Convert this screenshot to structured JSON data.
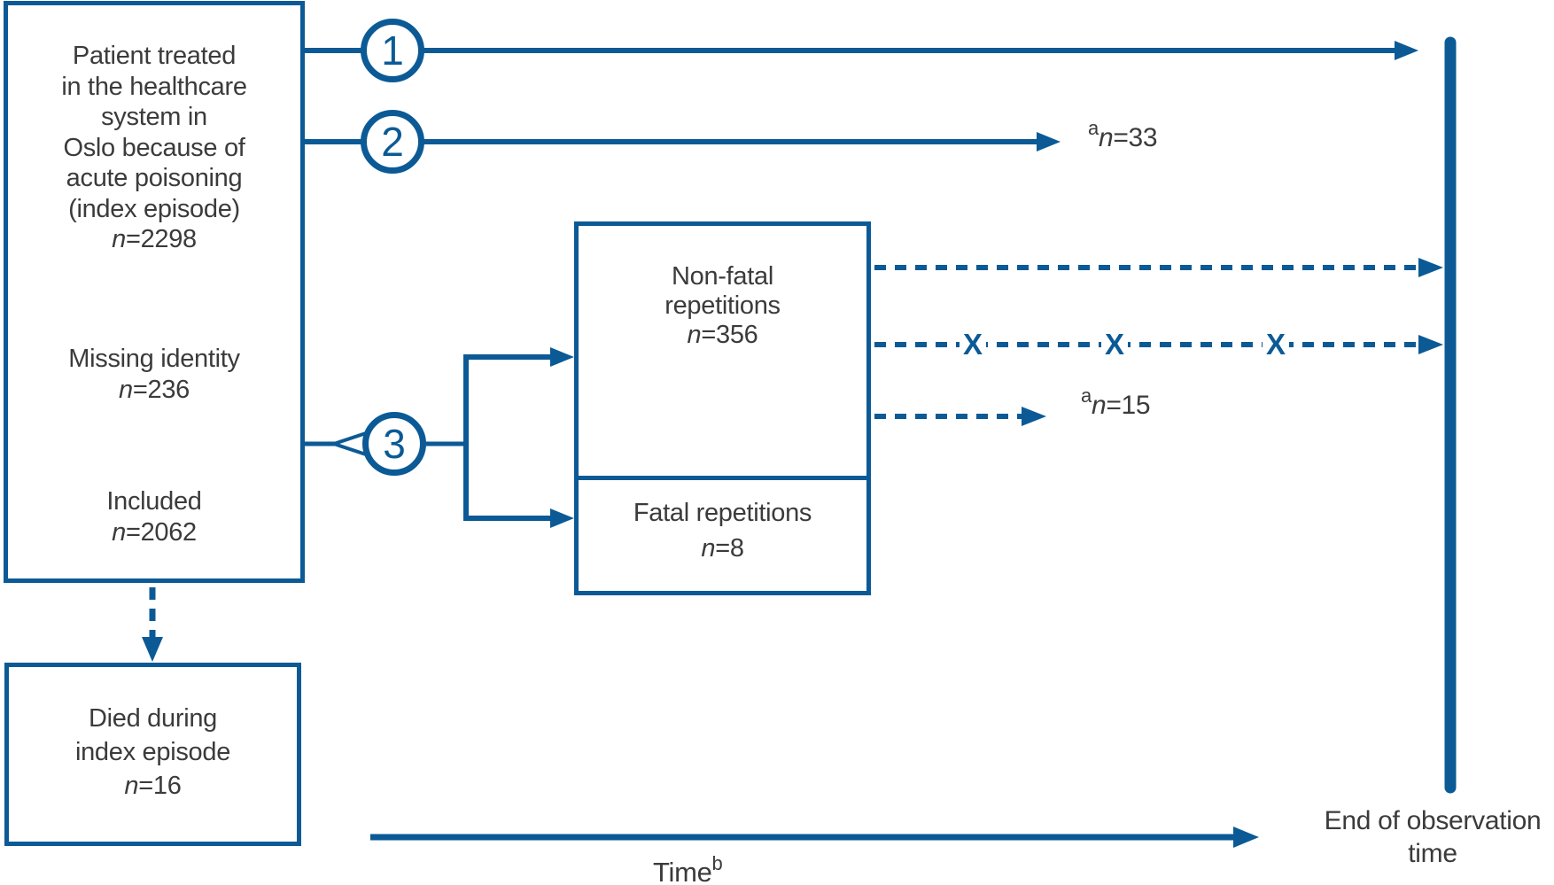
{
  "diagram": {
    "main_box": {
      "para_lines": [
        "Patient treated",
        "in the healthcare",
        "system in",
        "Oslo because of",
        "acute poisoning",
        "(index episode)"
      ],
      "para_n": "n",
      "para_count": "=2298",
      "missing_line": "Missing identity",
      "missing_n": "n",
      "missing_count": "=236",
      "included_line": "Included",
      "included_n": "n",
      "included_count": "=2062"
    },
    "markers": {
      "one": "1",
      "two": "2",
      "three": "3"
    },
    "repetitions_box": {
      "nonfatal_line1": "Non-fatal",
      "nonfatal_line2": "repetitions",
      "nonfatal_n": "n",
      "nonfatal_count": "=356",
      "fatal_line": "Fatal repetitions",
      "fatal_n": "n",
      "fatal_count": "=8"
    },
    "died_box": {
      "line1": "Died during",
      "line2": "index episode",
      "n": "n",
      "count": "=16"
    },
    "annotations": {
      "a33_sup": "a",
      "a33_n": "n",
      "a33_count": "=33",
      "a15_sup": "a",
      "a15_n": "n",
      "a15_count": "=15"
    },
    "x_mark": "X",
    "axis": {
      "time": "Time",
      "time_sup": "b",
      "end_line1": "End of observation",
      "end_line2": "time"
    },
    "colors": {
      "line_blue": "#0b5a96",
      "text": "#3b3b3b"
    }
  }
}
